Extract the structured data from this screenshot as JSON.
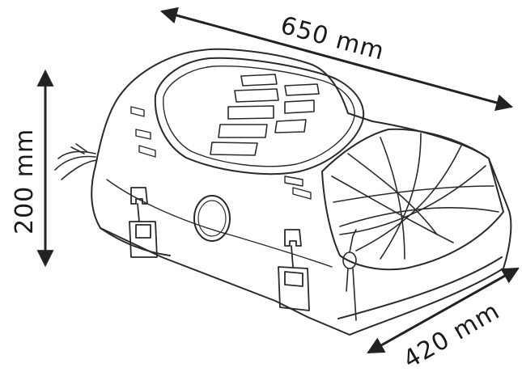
{
  "dimensions": {
    "length": "650 mm",
    "height": "200 mm",
    "width": "420 mm"
  },
  "colors": {
    "line": "#222222",
    "stroke_light": "#3a3a3a",
    "background": "#ffffff"
  }
}
